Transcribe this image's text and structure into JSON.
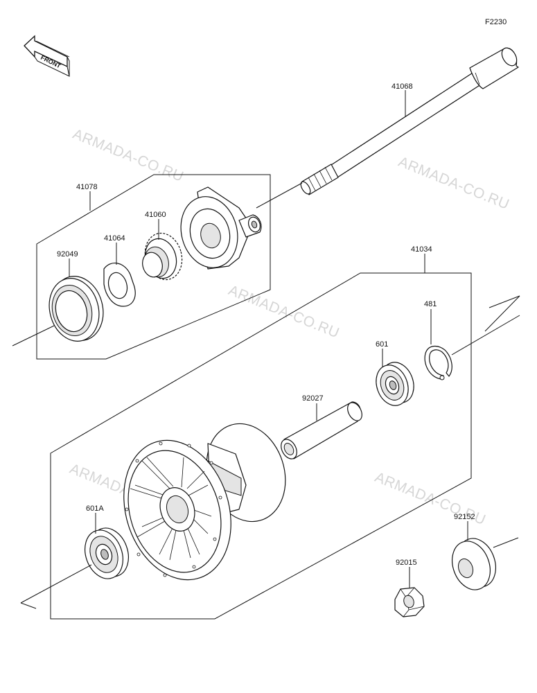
{
  "figure_code": "F2230",
  "front_marker": "FRONT",
  "watermark_text": "ARMADA-CO.RU",
  "labels": {
    "axle": "41068",
    "speedo_assy": "41078",
    "speedo_gear": "41060",
    "retainer": "41064",
    "seal": "92049",
    "hub_assy": "41034",
    "circlip": "481",
    "bearing_right": "601",
    "spacer": "92027",
    "bearing_left": "601A",
    "collar": "92152",
    "nut": "92015"
  }
}
